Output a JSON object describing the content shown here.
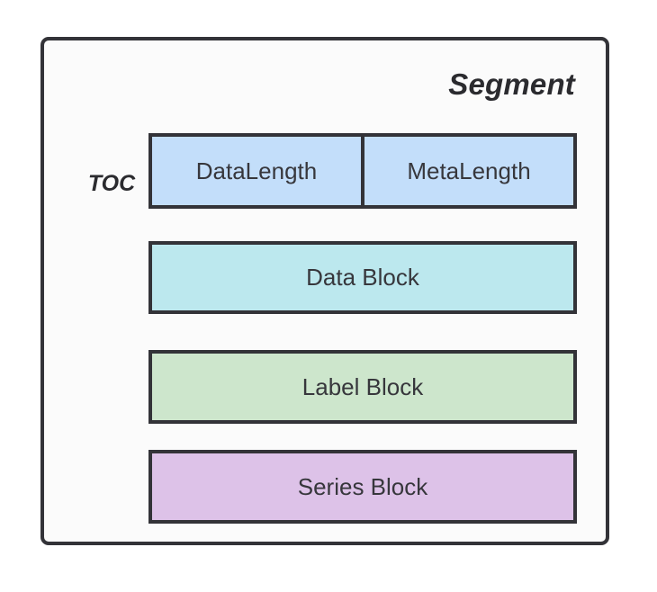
{
  "diagram": {
    "title": "Segment",
    "row_label": "TOC",
    "colors": {
      "border": "#333338",
      "container_bg": "#fbfbfb",
      "page_bg": "#ffffff",
      "text": "#37373c",
      "toc_blue": "#c3defa",
      "data_cyan": "#bce8ee",
      "label_green": "#cde6cc",
      "series_purple": "#ddc2e8"
    },
    "toc_fields": [
      {
        "label": "DataLength",
        "fill": "#c3defa"
      },
      {
        "label": "MetaLength",
        "fill": "#c3defa"
      }
    ],
    "blocks": [
      {
        "label": "Data Block",
        "fill": "#bce8ee"
      },
      {
        "label": "Label Block",
        "fill": "#cde6cc"
      },
      {
        "label": "Series Block",
        "fill": "#ddc2e8"
      }
    ]
  }
}
